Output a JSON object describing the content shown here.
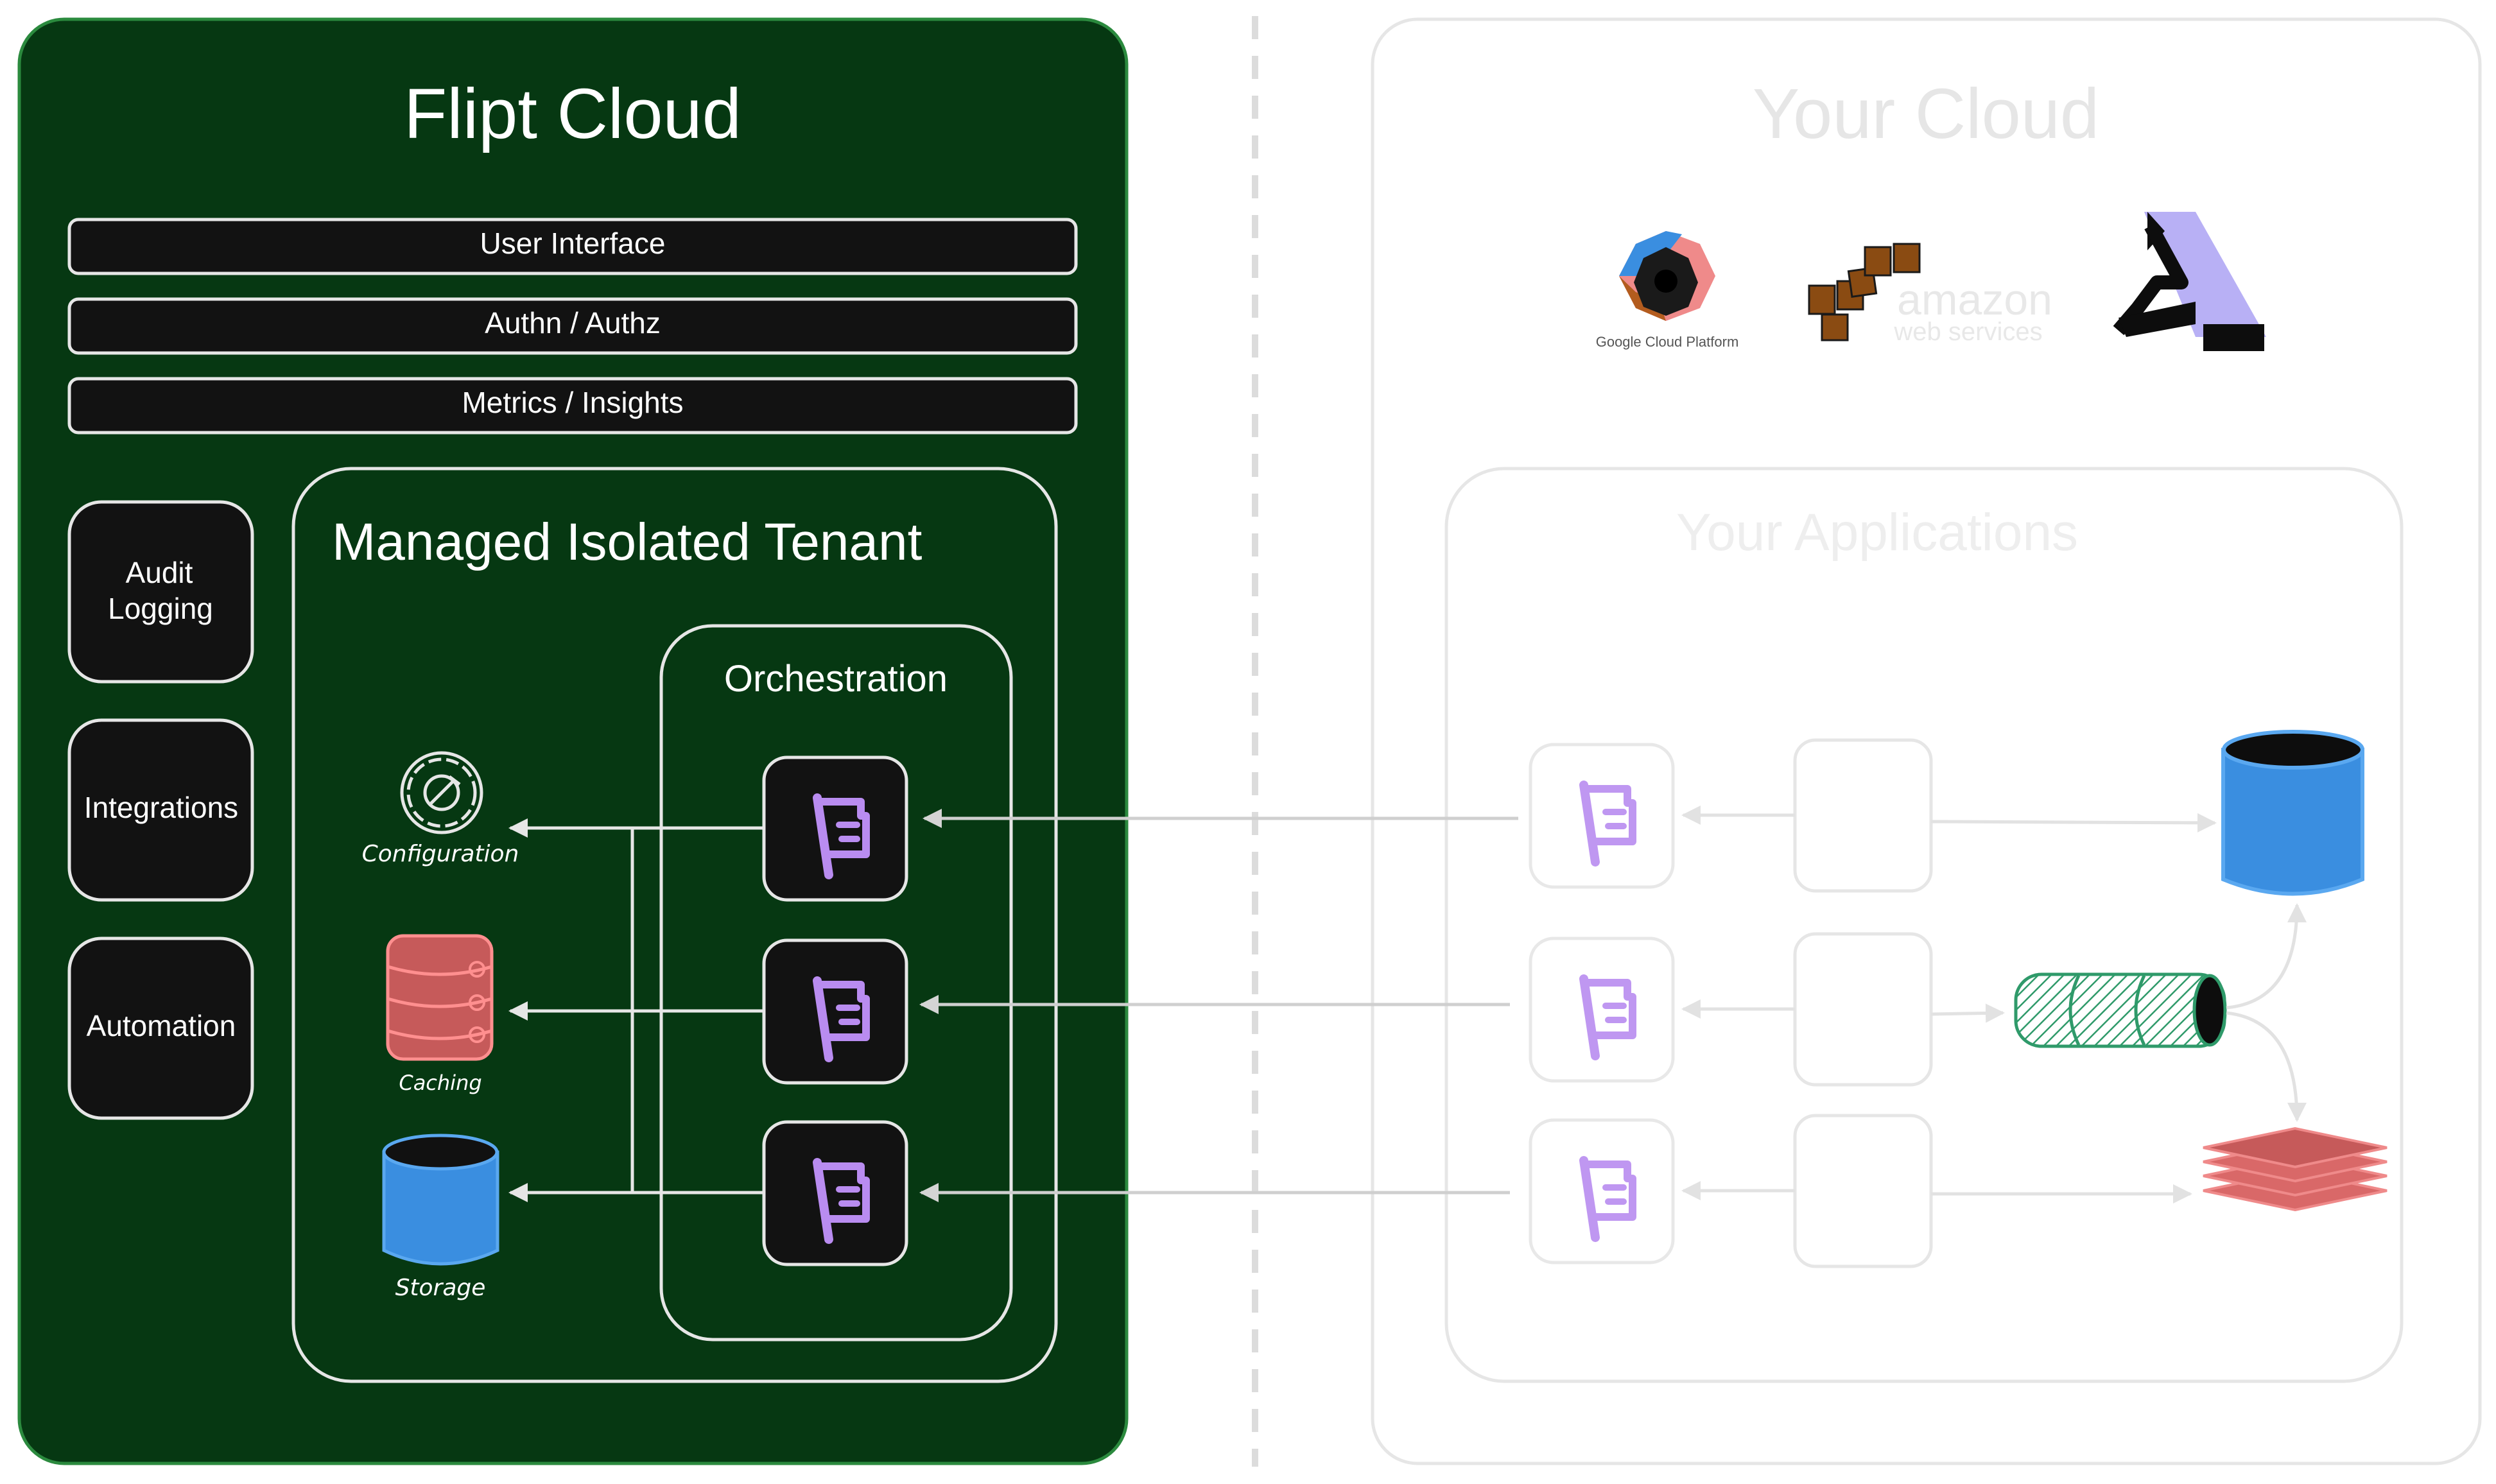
{
  "flipt_cloud": {
    "title": "Flipt Cloud",
    "bars": [
      "User Interface",
      "Authn / Authz",
      "Metrics / Insights"
    ],
    "side_boxes": {
      "audit_line1": "Audit",
      "audit_line2": "Logging",
      "integrations": "Integrations",
      "automation": "Automation"
    },
    "tenant": {
      "title": "Managed Isolated Tenant",
      "orchestration": "Orchestration",
      "services": {
        "configuration": "Configuration",
        "caching": "Caching",
        "storage": "Storage"
      }
    }
  },
  "your_cloud": {
    "title": "Your Cloud",
    "providers": {
      "gcp": "Google Cloud Platform",
      "aws_line1": "amazon",
      "aws_line2": "web services"
    },
    "applications_title": "Your Applications"
  },
  "colors": {
    "flipt_bg": "#063812",
    "flipt_border": "#2b8a3e",
    "dark_box": "#121212",
    "light_stroke": "#e6e6e6",
    "flag_purple": "#b98cf0",
    "storage_blue": "#3a8ee0",
    "cache_red": "#c65a5a",
    "queue_green": "#2f9a6a",
    "arrow_gray": "#cfcfcf"
  },
  "icons": {
    "flag": "flipt-flag-icon",
    "configuration": "gear-wrench-icon",
    "caching": "database-stack-icon",
    "storage": "cylinder-icon",
    "queue": "pipe-queue-icon",
    "layers": "stacked-layers-icon"
  }
}
